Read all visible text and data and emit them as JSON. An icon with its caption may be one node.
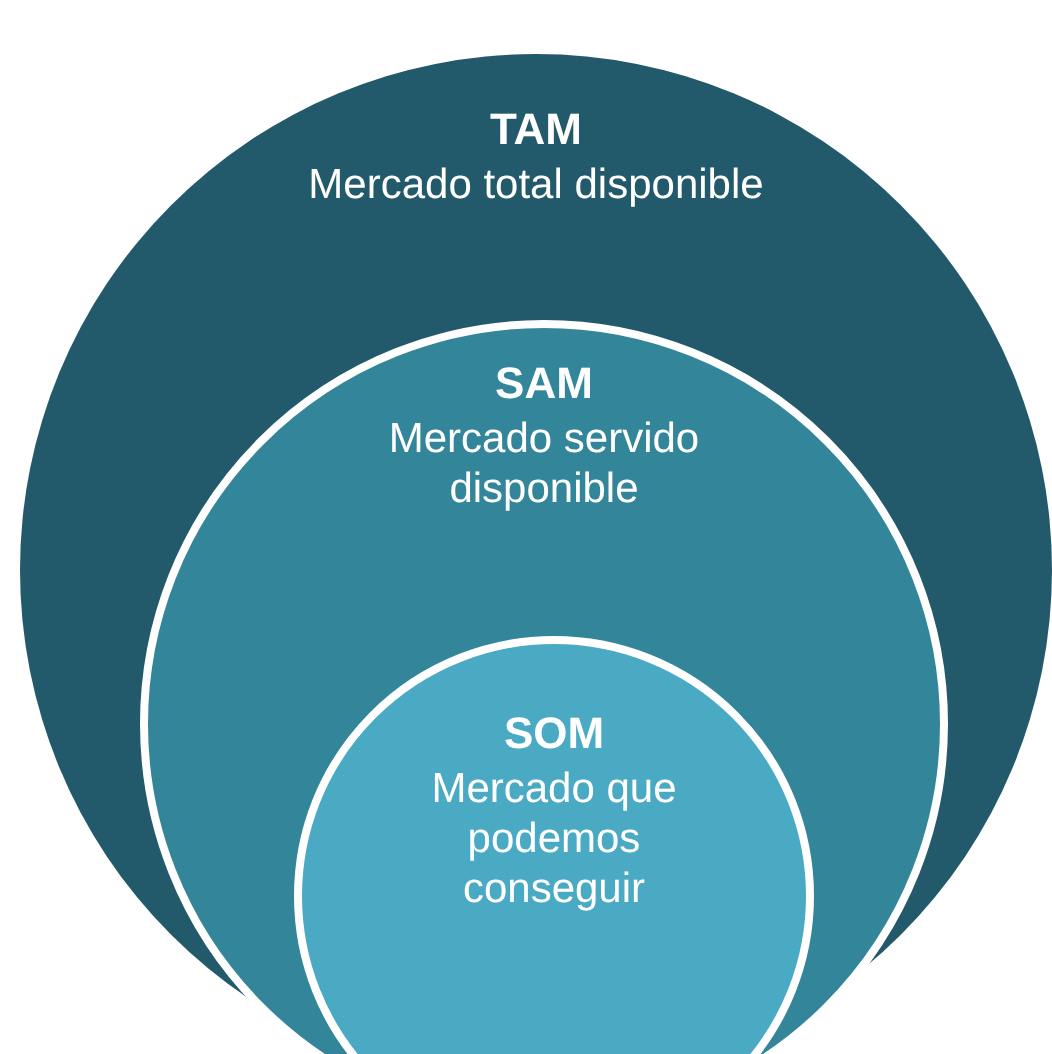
{
  "diagram": {
    "nodes": [
      {
        "text": [
          "TAM",
          "Mercado total disponible"
        ]
      },
      {
        "text": [
          "SAM",
          "Mercado servido disponible"
        ],
        "in": 0
      },
      {
        "text": [
          "SOM",
          "Mercado que podemos conseguir"
        ],
        "in": 1
      }
    ]
  }
}
